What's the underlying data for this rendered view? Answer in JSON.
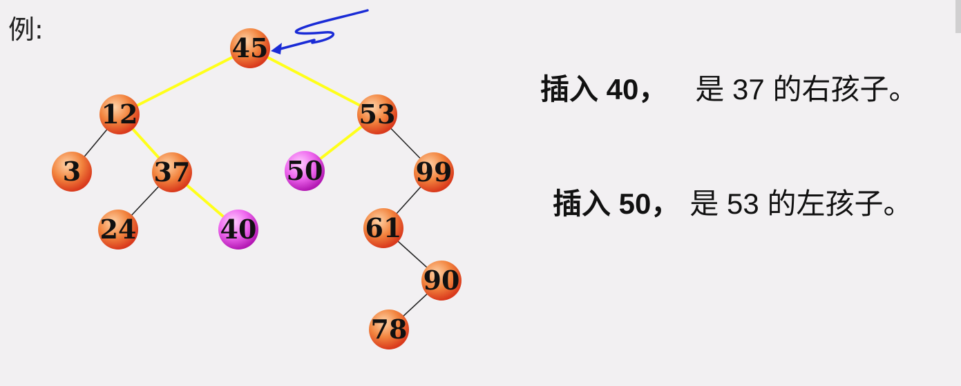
{
  "example_label": "例:",
  "nodes": [
    {
      "id": "n45",
      "label": "45",
      "style": "normal"
    },
    {
      "id": "n12",
      "label": "12",
      "style": "normal"
    },
    {
      "id": "n53",
      "label": "53",
      "style": "normal"
    },
    {
      "id": "n3",
      "label": "3",
      "style": "normal"
    },
    {
      "id": "n37",
      "label": "37",
      "style": "normal"
    },
    {
      "id": "n50",
      "label": "50",
      "style": "inserted"
    },
    {
      "id": "n99",
      "label": "99",
      "style": "normal"
    },
    {
      "id": "n24",
      "label": "24",
      "style": "normal"
    },
    {
      "id": "n40",
      "label": "40",
      "style": "inserted"
    },
    {
      "id": "n61",
      "label": "61",
      "style": "normal"
    },
    {
      "id": "n90",
      "label": "90",
      "style": "normal"
    },
    {
      "id": "n78",
      "label": "78",
      "style": "normal"
    }
  ],
  "edges": [
    {
      "from": "n45",
      "to": "n12",
      "style": "path"
    },
    {
      "from": "n45",
      "to": "n53",
      "style": "path"
    },
    {
      "from": "n12",
      "to": "n3",
      "style": "normal"
    },
    {
      "from": "n12",
      "to": "n37",
      "style": "path"
    },
    {
      "from": "n53",
      "to": "n50",
      "style": "path"
    },
    {
      "from": "n53",
      "to": "n99",
      "style": "normal"
    },
    {
      "from": "n37",
      "to": "n24",
      "style": "normal"
    },
    {
      "from": "n37",
      "to": "n40",
      "style": "path"
    },
    {
      "from": "n99",
      "to": "n61",
      "style": "normal"
    },
    {
      "from": "n61",
      "to": "n90",
      "style": "normal"
    },
    {
      "from": "n90",
      "to": "n78",
      "style": "normal"
    }
  ],
  "colors": {
    "node_normal_inner": "#ffd3a8",
    "node_normal_mid": "#f2843e",
    "node_normal_outer": "#d9391c",
    "node_inserted_inner": "#ffd0ff",
    "node_inserted_mid": "#ee66ee",
    "node_inserted_outer": "#b318b3",
    "path_edge": "#ffff1a",
    "normal_edge": "#222222",
    "annotation_ink": "#1a2bd6"
  },
  "statements": [
    {
      "bold": "插入 40，",
      "text": "是 37 的右孩子。"
    },
    {
      "bold": "插入 50，",
      "text": "是 53 的左孩子。"
    }
  ]
}
